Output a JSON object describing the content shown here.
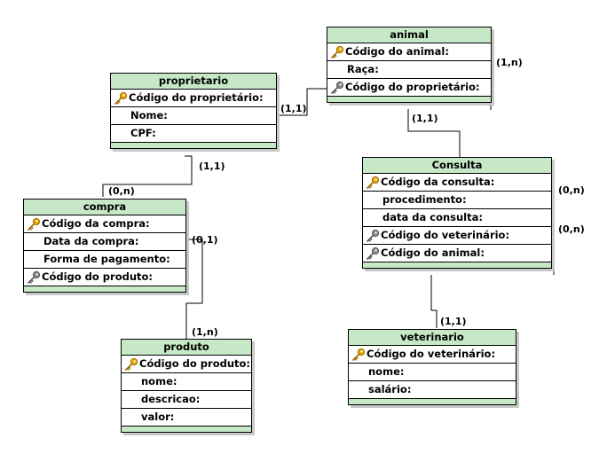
{
  "entities": {
    "animal": {
      "title": "animal",
      "fields": [
        {
          "label": "Código do animal:",
          "key": "primary"
        },
        {
          "label": "Raça:",
          "key": "none"
        },
        {
          "label": "Código do proprietário:",
          "key": "foreign"
        }
      ]
    },
    "proprietario": {
      "title": "proprietario",
      "fields": [
        {
          "label": "Código do proprietário:",
          "key": "primary"
        },
        {
          "label": "Nome:",
          "key": "none"
        },
        {
          "label": "CPF:",
          "key": "none"
        }
      ]
    },
    "compra": {
      "title": "compra",
      "fields": [
        {
          "label": "Código da compra:",
          "key": "primary"
        },
        {
          "label": "Data da compra:",
          "key": "none"
        },
        {
          "label": "Forma de pagamento:",
          "key": "none"
        },
        {
          "label": "Código do produto:",
          "key": "foreign"
        }
      ]
    },
    "consulta": {
      "title": "Consulta",
      "fields": [
        {
          "label": "Código da consulta:",
          "key": "primary"
        },
        {
          "label": "procedimento:",
          "key": "none"
        },
        {
          "label": "data da consulta:",
          "key": "none"
        },
        {
          "label": "Código do veterinário:",
          "key": "foreign"
        },
        {
          "label": "Código do animal:",
          "key": "foreign"
        }
      ]
    },
    "produto": {
      "title": "produto",
      "fields": [
        {
          "label": "Código do produto:",
          "key": "primary"
        },
        {
          "label": "nome:",
          "key": "none"
        },
        {
          "label": "descricao:",
          "key": "none"
        },
        {
          "label": "valor:",
          "key": "none"
        }
      ]
    },
    "veterinario": {
      "title": "veterinario",
      "fields": [
        {
          "label": "Código do veterinário:",
          "key": "primary"
        },
        {
          "label": "nome:",
          "key": "none"
        },
        {
          "label": "salário:",
          "key": "none"
        }
      ]
    }
  },
  "cardinalities": {
    "animal_right": "(1,n)",
    "proprietario_animal": "(1,1)",
    "animal_consulta": "(1,1)",
    "proprietario_compra": "(1,1)",
    "compra_top": "(0,n)",
    "compra_produto": "(0,1)",
    "produto_top": "(1,n)",
    "consulta_right_1": "(0,n)",
    "consulta_right_2": "(0,n)",
    "veterinario_top": "(1,1)"
  },
  "colors": {
    "header_fill": "#c6e8c6",
    "line": "#000000",
    "primary_key_icon": "#e8a800",
    "foreign_key_icon": "#8a8a8a"
  },
  "icons": {
    "primary": "golden-key-icon",
    "foreign": "gray-key-icon"
  }
}
